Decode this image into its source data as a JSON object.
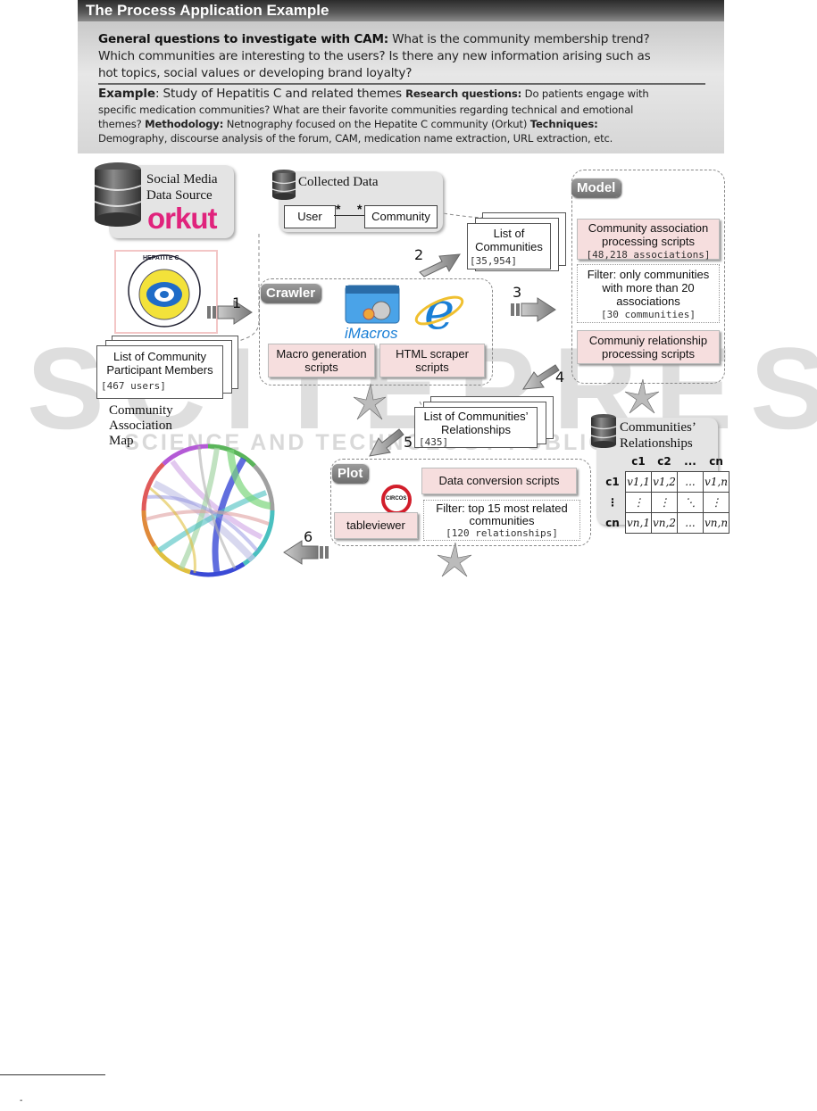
{
  "header": {
    "title": "The Process Application Example"
  },
  "info": {
    "general_label": "General questions to investigate with CAM:",
    "general_line1": " What is the community membership trend?",
    "general_line2": "Which communities are interesting to the users? Is there any new information arising such as",
    "general_line3": "hot topics, social values or developing brand loyalty?",
    "example_label": "Example",
    "example_text": ": Study of Hepatitis C and related themes ",
    "rq_label": "Research questions:",
    "rq_text1": " Do patients engage with",
    "rq_text2": "specific medication communities? What are their favorite communities regarding technical and emotional",
    "rq_text3": "themes? ",
    "method_label": "Methodology:",
    "method_text": " Netnography focused on the Hepatite C community (Orkut) ",
    "tech_label": "Techniques:",
    "tech_text": "Demography, discourse analysis of the forum, CAM, medication name extraction, URL extraction, etc."
  },
  "source": {
    "title_line1": "Social Media",
    "title_line2": "Data Source",
    "logo": "orkut",
    "seal_label": "HEPATITE C"
  },
  "collected": {
    "title": "Collected Data",
    "user": "User",
    "community": "Community",
    "star1": "*",
    "star2": "*"
  },
  "crawler": {
    "tag": "Crawler",
    "imacros": "iMacros",
    "macro_line1": "Macro generation",
    "macro_line2": "scripts",
    "html_line1": "HTML scraper",
    "html_line2": "scripts"
  },
  "members": {
    "line1": "List of Community",
    "line2": "Participant Members",
    "count": "[467 users]"
  },
  "communities": {
    "line1": "List of",
    "line2": "Communities",
    "count": "[35,954]"
  },
  "model": {
    "tag": "Model",
    "assoc_line1": "Community association",
    "assoc_line2": "processing scripts",
    "assoc_count": "[48,218 associations]",
    "filter_line1": "Filter: only communities",
    "filter_line2": "with more than 20",
    "filter_line3": "associations",
    "filter_count": "[30 communities]",
    "rel_line1": "Communiy relationship",
    "rel_line2": "processing scripts"
  },
  "relationships": {
    "line1": "List of Communities’",
    "line2": "Relationships",
    "count": "[435]"
  },
  "db_rel": {
    "line1": "Communities’",
    "line2": "Relationships",
    "col_headers": [
      "c1",
      "c2",
      "...",
      "cn"
    ],
    "row_headers": [
      "c1",
      "⋮",
      "cn"
    ],
    "rows": [
      [
        "v1,1",
        "v1,2",
        "...",
        "v1,n"
      ],
      [
        "⋮",
        "⋮",
        "⋱",
        "⋮"
      ],
      [
        "vn,1",
        "vn,2",
        "...",
        "vn,n"
      ]
    ]
  },
  "plot": {
    "tag": "Plot",
    "conversion": "Data conversion scripts",
    "circos": "CIRCOS",
    "tableviewer": "tableviewer",
    "filter_line1": "Filter: top 15 most related",
    "filter_line2": "communities",
    "filter_count": "[120 relationships]"
  },
  "map": {
    "line1": "Community",
    "line2": "Association",
    "line3": "Map"
  },
  "steps": [
    "1",
    "2",
    "3",
    "4",
    "5",
    "6"
  ],
  "watermark": {
    "big": "SCITEPRESS",
    "small": "SCIENCE AND TECHNOLOGY PUBLICATIONS"
  },
  "footer": {
    "mark": "-"
  },
  "colors": {
    "pink": "#f6dede",
    "panel": "#e4e4e4",
    "orkut": "#e0237c",
    "ie_blue": "#1a7fd6"
  }
}
